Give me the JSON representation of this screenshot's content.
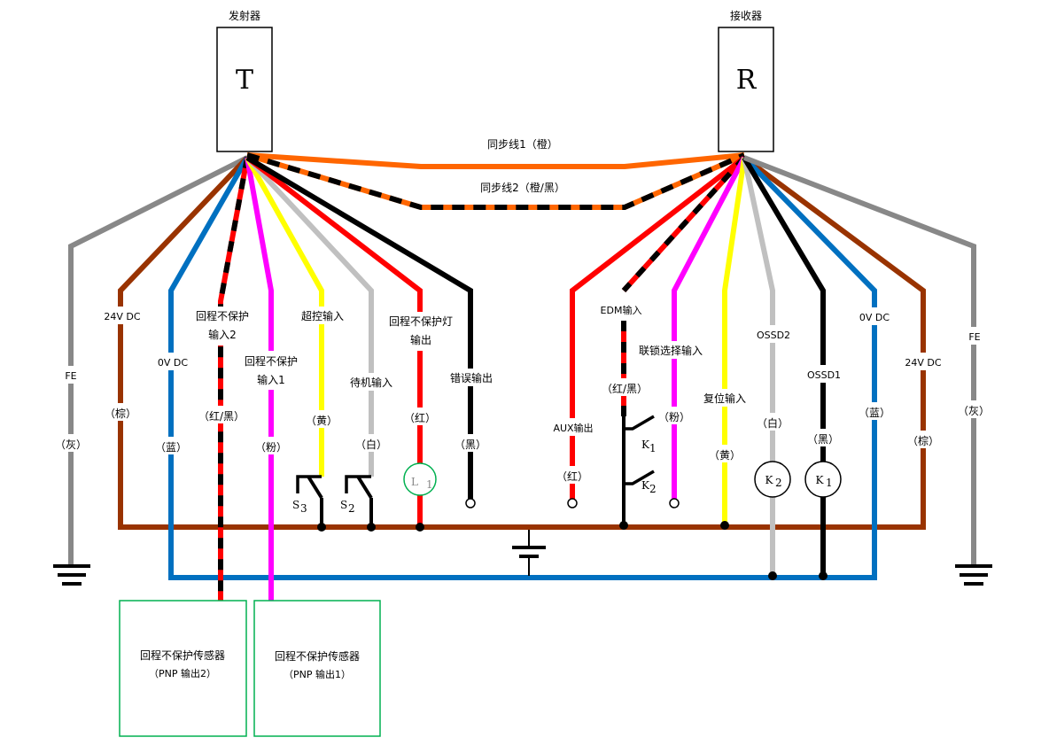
{
  "transmitter": {
    "title": "发射器",
    "symbol": "T"
  },
  "receiver": {
    "title": "接收器",
    "symbol": "R"
  },
  "sync": {
    "line1": "同步线1（橙）",
    "line2": "同步线2（橙/黑）"
  },
  "transmitter_wires": {
    "fe": {
      "name": "FE",
      "color": "（灰）"
    },
    "v24": {
      "name": "24V DC",
      "color": "（棕）"
    },
    "v0": {
      "name": "0V DC",
      "color": "（蓝）"
    },
    "muting2": {
      "name_line1": "回程不保护",
      "name_line2": "输入2",
      "color": "（红/黑）"
    },
    "muting1": {
      "name_line1": "回程不保护",
      "name_line2": "输入1",
      "color": "（粉）"
    },
    "override": {
      "name": "超控输入",
      "color": "（黄）"
    },
    "standby": {
      "name": "待机输入",
      "color": "（白）"
    },
    "lamp": {
      "name_line1": "回程不保护灯",
      "name_line2": "输出",
      "color": "（红）"
    },
    "error": {
      "name": "错误输出",
      "color": "（黑）"
    }
  },
  "receiver_wires": {
    "aux": {
      "name": "AUX输出",
      "color": "（红）"
    },
    "edm": {
      "name": "EDM输入",
      "color": "（红/黑）"
    },
    "interlock": {
      "name": "联锁选择输入",
      "color": "（粉）"
    },
    "reset": {
      "name": "复位输入",
      "color": "（黄）"
    },
    "ossd2": {
      "name": "OSSD2",
      "color": "（白）"
    },
    "ossd1": {
      "name": "OSSD1",
      "color": "（黑）"
    },
    "v0": {
      "name": "0V DC",
      "color": "（蓝）"
    },
    "v24": {
      "name": "24V DC",
      "color": "（棕）"
    },
    "fe": {
      "name": "FE",
      "color": "（灰）"
    }
  },
  "components": {
    "s3": {
      "letter": "S",
      "sub": "3"
    },
    "s2": {
      "letter": "S",
      "sub": "2"
    },
    "l1": {
      "letter": "L",
      "sub": "1"
    },
    "k1": {
      "letter": "K",
      "sub": "1"
    },
    "k2": {
      "letter": "K",
      "sub": "2"
    },
    "coil_k2": {
      "letter": "K",
      "sub": "2"
    },
    "coil_k1": {
      "letter": "K",
      "sub": "1"
    }
  },
  "sensors": [
    {
      "line1": "回程不保护传感器",
      "line2": "（PNP 输出2）"
    },
    {
      "line1": "回程不保护传感器",
      "line2": "（PNP 输出1）"
    }
  ],
  "colors": {
    "gray": "#888888",
    "brown": "#993300",
    "blue": "#0070c0",
    "red": "#ff0000",
    "black": "#000000",
    "magenta": "#ff00ff",
    "yellow": "#ffff00",
    "lightgray": "#c0c0c0",
    "orange": "#ff6600",
    "green": "#00b050"
  }
}
